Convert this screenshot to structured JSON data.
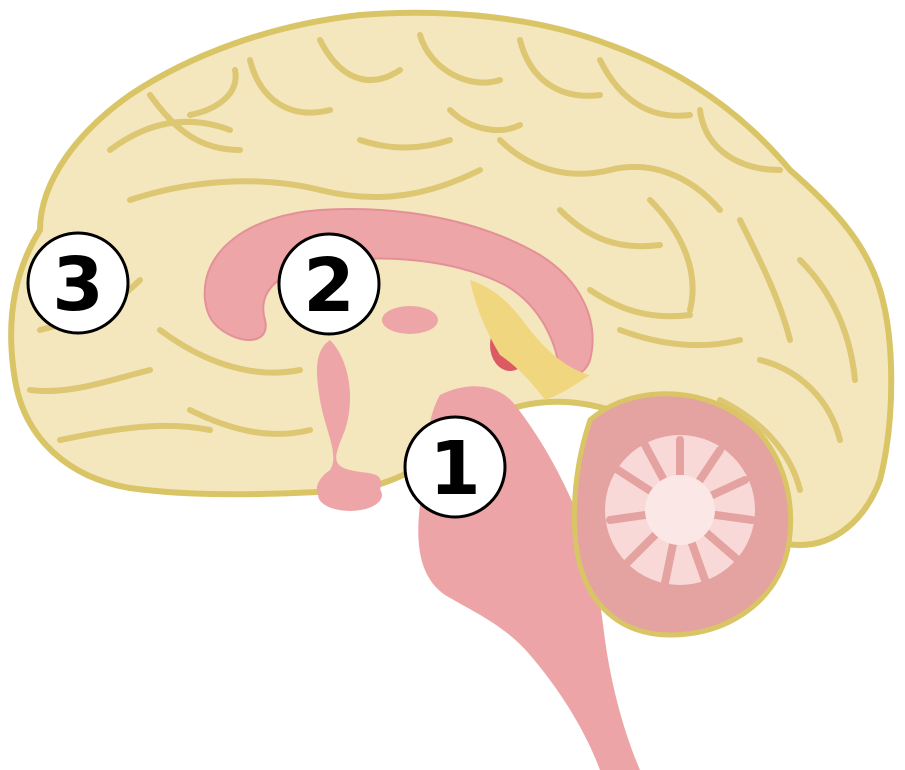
{
  "diagram": {
    "markers": [
      {
        "id": "marker-1",
        "label": "1"
      },
      {
        "id": "marker-2",
        "label": "2"
      },
      {
        "id": "marker-3",
        "label": "3"
      }
    ]
  },
  "colors": {
    "background": "#ffffff",
    "cerebrum_fill": "#f4e7bd",
    "gyri_stroke": "#ddc773",
    "outline_stroke": "#d9c566",
    "corpus_callosum": "#eda5a8",
    "brainstem": "#eda4a7",
    "cerebellum_outer": "#e4a3a0",
    "cerebellum_inner": "#f8d9d8",
    "pineal": "#dc5a63",
    "pons_highlight": "#f0d77f",
    "marker_circle_fill": "#ffffff",
    "marker_circle_stroke": "#000000",
    "marker_text": "#000000"
  }
}
